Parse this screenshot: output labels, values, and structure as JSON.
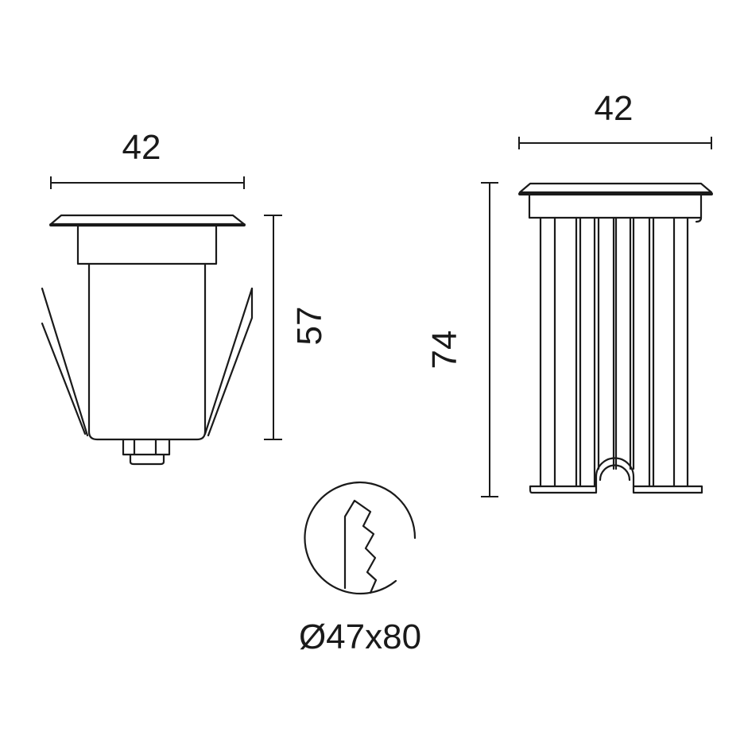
{
  "drawing": {
    "front_view": {
      "width_label": "42",
      "height_label": "57"
    },
    "side_view": {
      "width_label": "42",
      "height_label": "74"
    },
    "cutout": {
      "label": "Ø47x80"
    }
  },
  "colors": {
    "line": "#1a1a1a",
    "background": "#ffffff"
  }
}
